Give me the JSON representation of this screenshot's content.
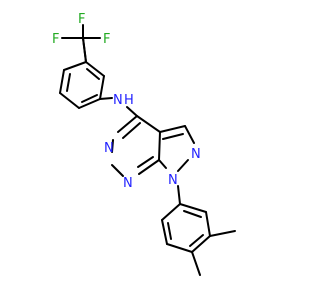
{
  "molecule": {
    "labels": {
      "f1": "F",
      "f2": "F",
      "f3": "F",
      "nh_n": "N",
      "nh_h": "H",
      "n_pyrim_a": "N",
      "n_pyrim_b": "N",
      "n_pyrazole": "N",
      "n1": "N"
    },
    "colors": {
      "carbon_bond": "#000000",
      "nitrogen": "#2222ff",
      "fluorine": "#22aa22",
      "background": "#ffffff"
    }
  }
}
